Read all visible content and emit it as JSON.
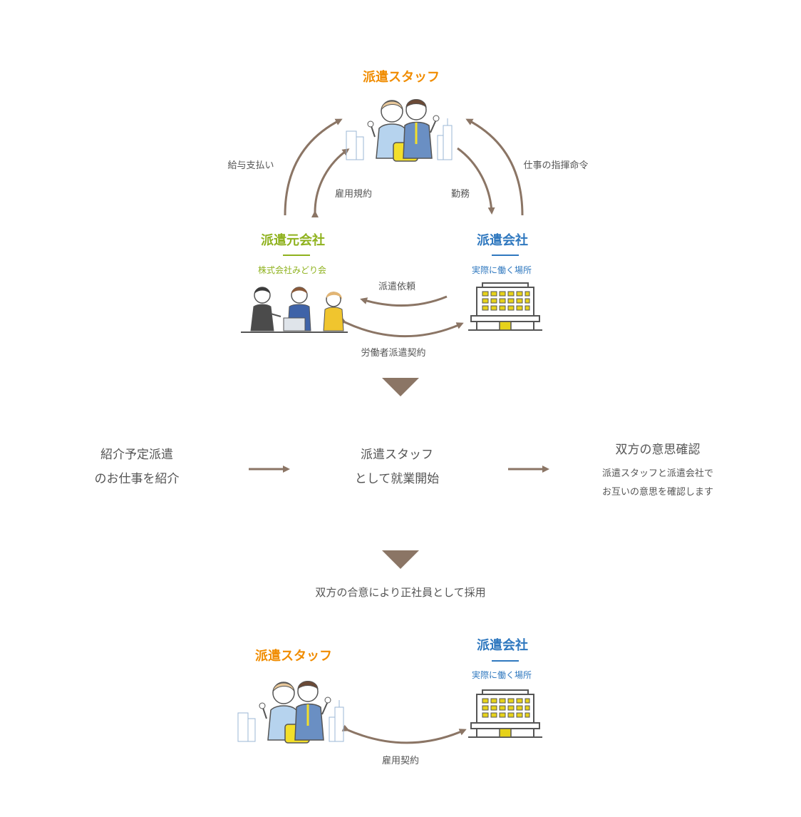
{
  "top": {
    "staff_title": "派遣スタッフ",
    "origin_title": "派遣元会社",
    "origin_sub": "株式会社みどり会",
    "dest_title": "派遣会社",
    "dest_sub": "実際に働く場所"
  },
  "arrows": {
    "salary": "給与支払い",
    "employment_rules": "雇用規約",
    "work": "勤務",
    "instruction": "仕事の指揮命令",
    "dispatch_request": "派遣依頼",
    "dispatch_contract": "労働者派遣契約"
  },
  "flow": {
    "step1_line1": "紹介予定派遣",
    "step1_line2": "のお仕事を紹介",
    "step2_line1": "派遣スタッフ",
    "step2_line2": "として就業開始",
    "step3_title": "双方の意思確認",
    "step3_line1": "派遣スタッフと派遣会社で",
    "step3_line2": "お互いの意思を確認します"
  },
  "hire_text": "双方の合意により正社員として採用",
  "bottom": {
    "staff_title": "派遣スタッフ",
    "dest_title": "派遣会社",
    "dest_sub": "実際に働く場所",
    "contract": "雇用契約"
  },
  "colors": {
    "arrow": "#8b7565",
    "orange": "#f08c00",
    "green": "#8fb21e",
    "blue": "#2f78bf",
    "building_window": "#e6d21a"
  },
  "icons": [
    "staff-illustration",
    "meeting-illustration",
    "building-icon"
  ]
}
